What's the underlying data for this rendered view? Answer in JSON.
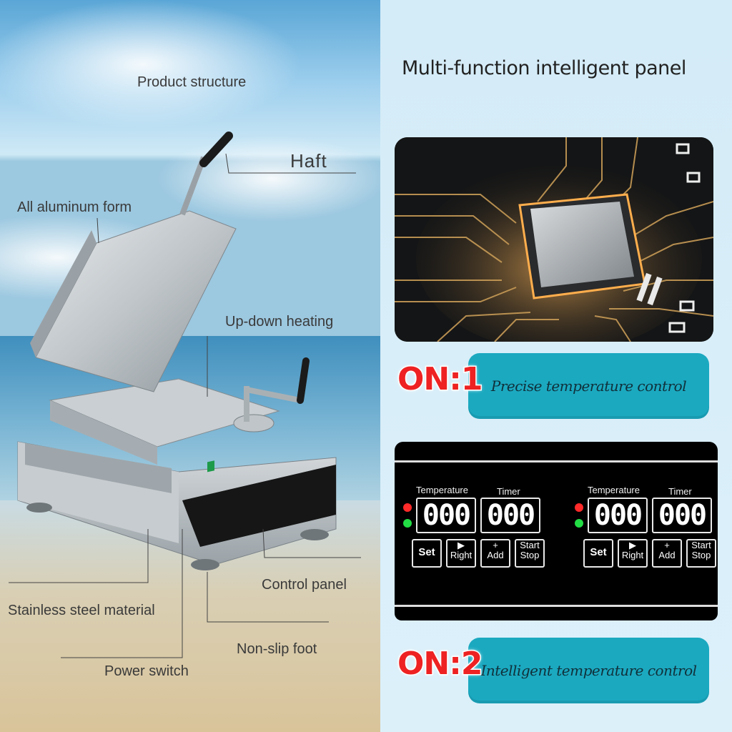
{
  "left_labels": {
    "product_structure": "Product structure",
    "haft": "Haft",
    "all_aluminum_form": "All aluminum form",
    "up_down_heating": "Up-down heating",
    "control_panel": "Control panel",
    "stainless_steel_material": "Stainless steel material",
    "non_slip_foot": "Non-slip foot",
    "power_switch": "Power switch"
  },
  "right": {
    "headline": "Multi-function intelligent panel",
    "on1": "ON:1",
    "on1_text": "Precise temperature control",
    "on2": "ON:2",
    "on2_text": "Intelligent temperature control"
  },
  "panel": {
    "temperature_label": "Temperature",
    "timer_label": "Timer",
    "temp_digits": "000",
    "timer_digits": "000",
    "set": "Set",
    "play_icon": "▶",
    "right": "Right",
    "plus_icon": "+",
    "add": "Add",
    "start": "Start",
    "stop": "Stop"
  },
  "colors": {
    "pill": "#1ba9c0",
    "badge_red": "#ee2222",
    "led_red": "#ff2a2a",
    "led_green": "#22dd44"
  }
}
